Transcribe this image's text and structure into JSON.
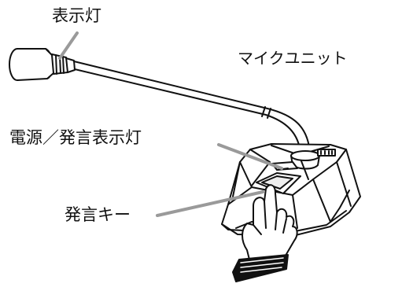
{
  "labels": {
    "indicator": "表示灯",
    "unit": "マイクユニット",
    "power_speak_indicator": "電源／発言表示灯",
    "speak_key": "発言キー"
  },
  "colors": {
    "line": "#111111",
    "leader": "#9a9a9a",
    "key_shade": "#8a8a8a",
    "background": "#ffffff"
  }
}
